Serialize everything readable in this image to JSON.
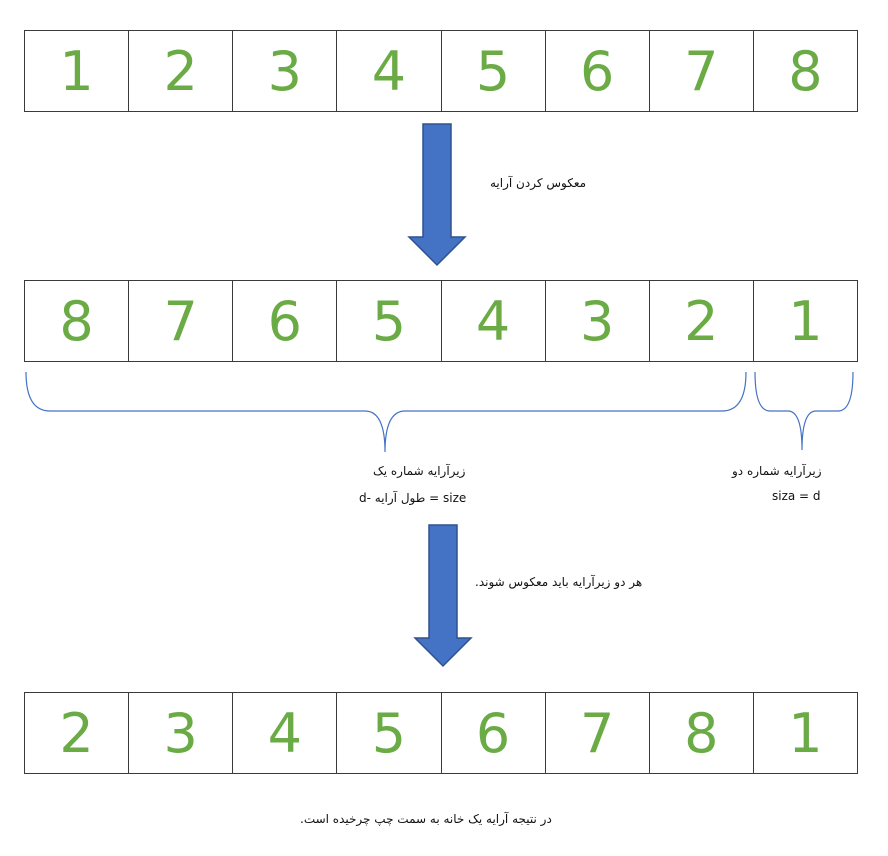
{
  "original_array": [
    "1",
    "2",
    "3",
    "4",
    "5",
    "6",
    "7",
    "8"
  ],
  "reversed_array": [
    "8",
    "7",
    "6",
    "5",
    "4",
    "3",
    "2",
    "1"
  ],
  "result_array": [
    "2",
    "3",
    "4",
    "5",
    "6",
    "7",
    "8",
    "1"
  ],
  "step1_label": "معکوس کردن آرایه",
  "subarray1": {
    "title": "زیرآرایه شماره یک",
    "size_text": "size = طول آرایه -d"
  },
  "subarray2": {
    "title": "زیرآرایه شماره دو",
    "size_text": "siza = d"
  },
  "step2_label": "هر دو زیرآرایه باید معکوس شوند.",
  "conclusion": "در نتیجه آرایه یک خانه به سمت چپ چرخیده است.",
  "colors": {
    "digit": "#6aab46",
    "arrow": "#4472c4",
    "brace": "#4472c4"
  }
}
